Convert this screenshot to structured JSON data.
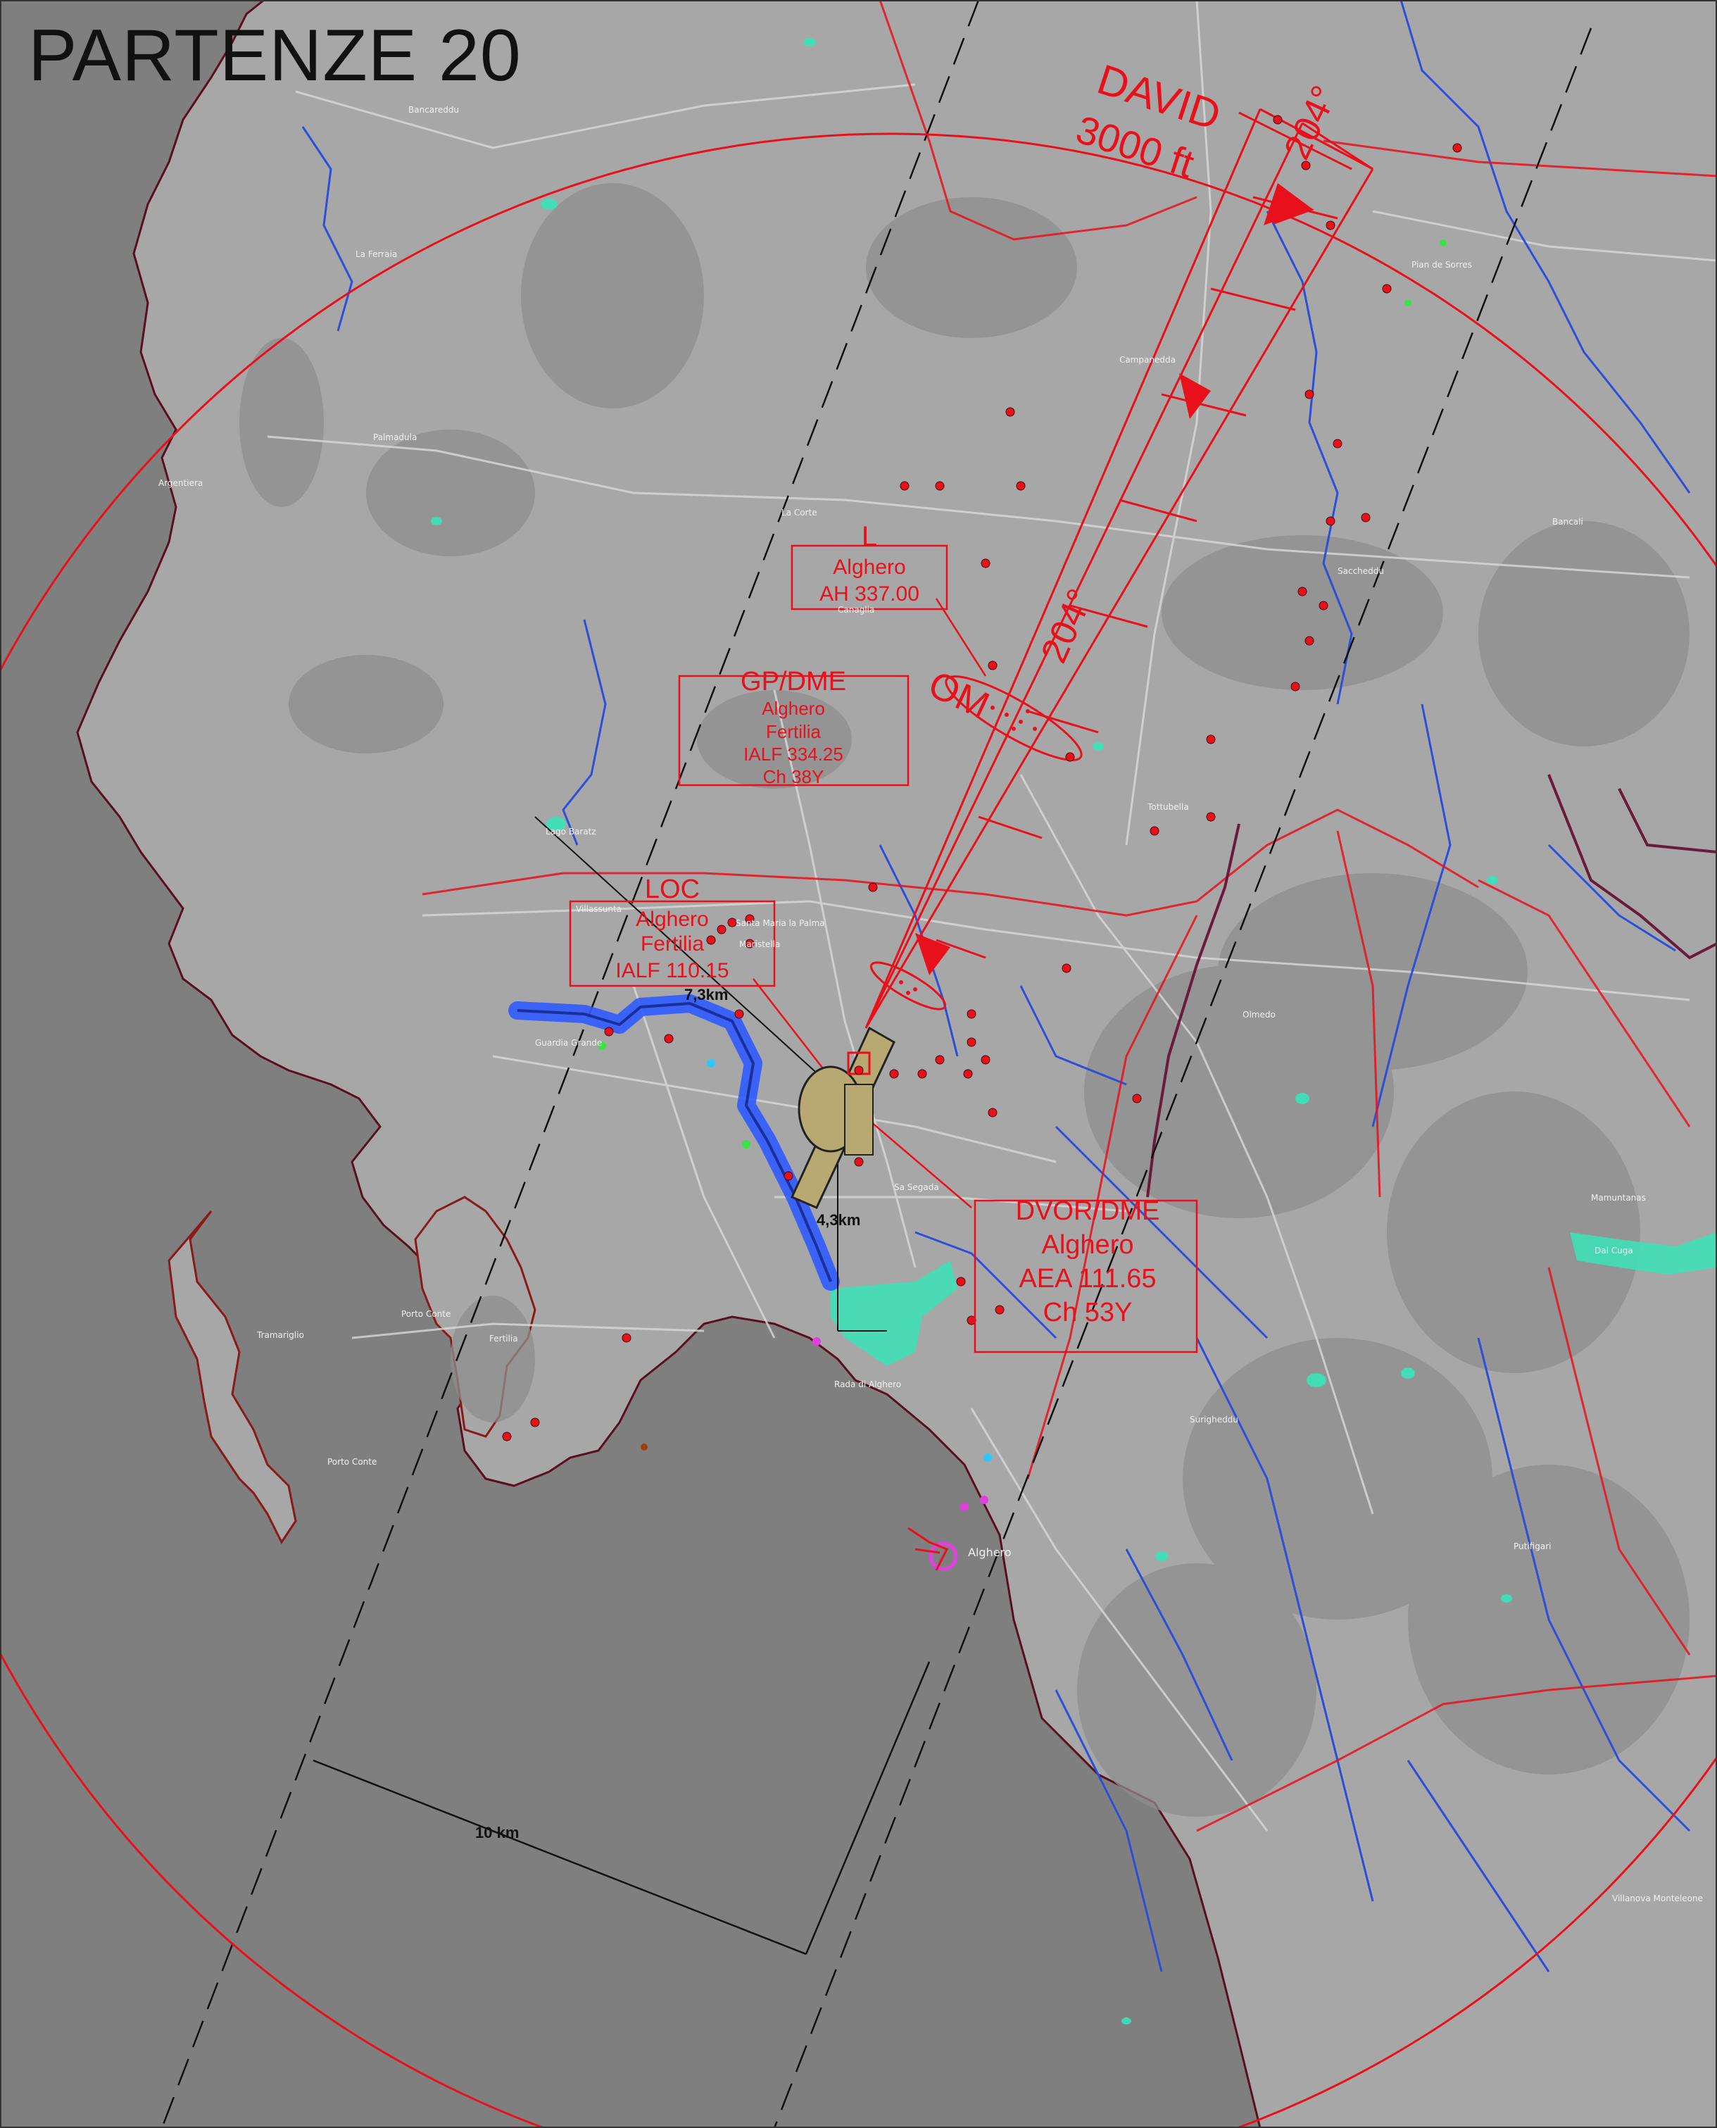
{
  "title": "PARTENZE 20",
  "waypoint": {
    "name": "DAVID",
    "altitude": "3000 ft",
    "course": "204°"
  },
  "course_label": "204°",
  "marker": "OM",
  "navaids": {
    "locator": {
      "type": "L",
      "name": "Alghero",
      "freq": "AH 337.00"
    },
    "gp_dme": {
      "type": "GP/DME",
      "name": "Alghero",
      "name2": "Fertilia",
      "freq": "IALF 334.25",
      "channel": "Ch 38Y"
    },
    "loc": {
      "type": "LOC",
      "name": "Alghero",
      "name2": "Fertilia",
      "freq": "IALF 110.15"
    },
    "dvor": {
      "type": "DVOR/DME",
      "name": "Alghero",
      "freq": "AEA 111.65",
      "channel": "Ch 53Y"
    }
  },
  "distances": {
    "d1": "7,3km",
    "d2": "4,3km",
    "scale": "10 km"
  },
  "places": [
    "Bancareddu",
    "La Ferraia",
    "Palmadula",
    "Argentiera",
    "La Corte",
    "Canaglia",
    "Villassunta",
    "Guardia Grande",
    "Santa Maria la Palma",
    "Porto Conte",
    "Tramariglio",
    "Porto Conte",
    "Fertilia",
    "Rada di Alghero",
    "Alghero",
    "Olmedo",
    "Tottubella",
    "Sa Segada",
    "Surigheddu",
    "Putifigari",
    "Villanova Monteleone",
    "Campanedda",
    "Saccheddu",
    "Bancali",
    "Pian de Sorres",
    "Lago Baratz",
    "Maristella",
    "Mamuntanas",
    "Dal Cuga"
  ],
  "colors": {
    "route": "#e8111b",
    "land": "#a9a9a9",
    "sea": "#7f7f7f",
    "river": "#2b4fd8",
    "departure": "#2f5bff",
    "runway": "#b8a872",
    "water": "#39e3b8",
    "boundary": "#6a1a2a"
  }
}
